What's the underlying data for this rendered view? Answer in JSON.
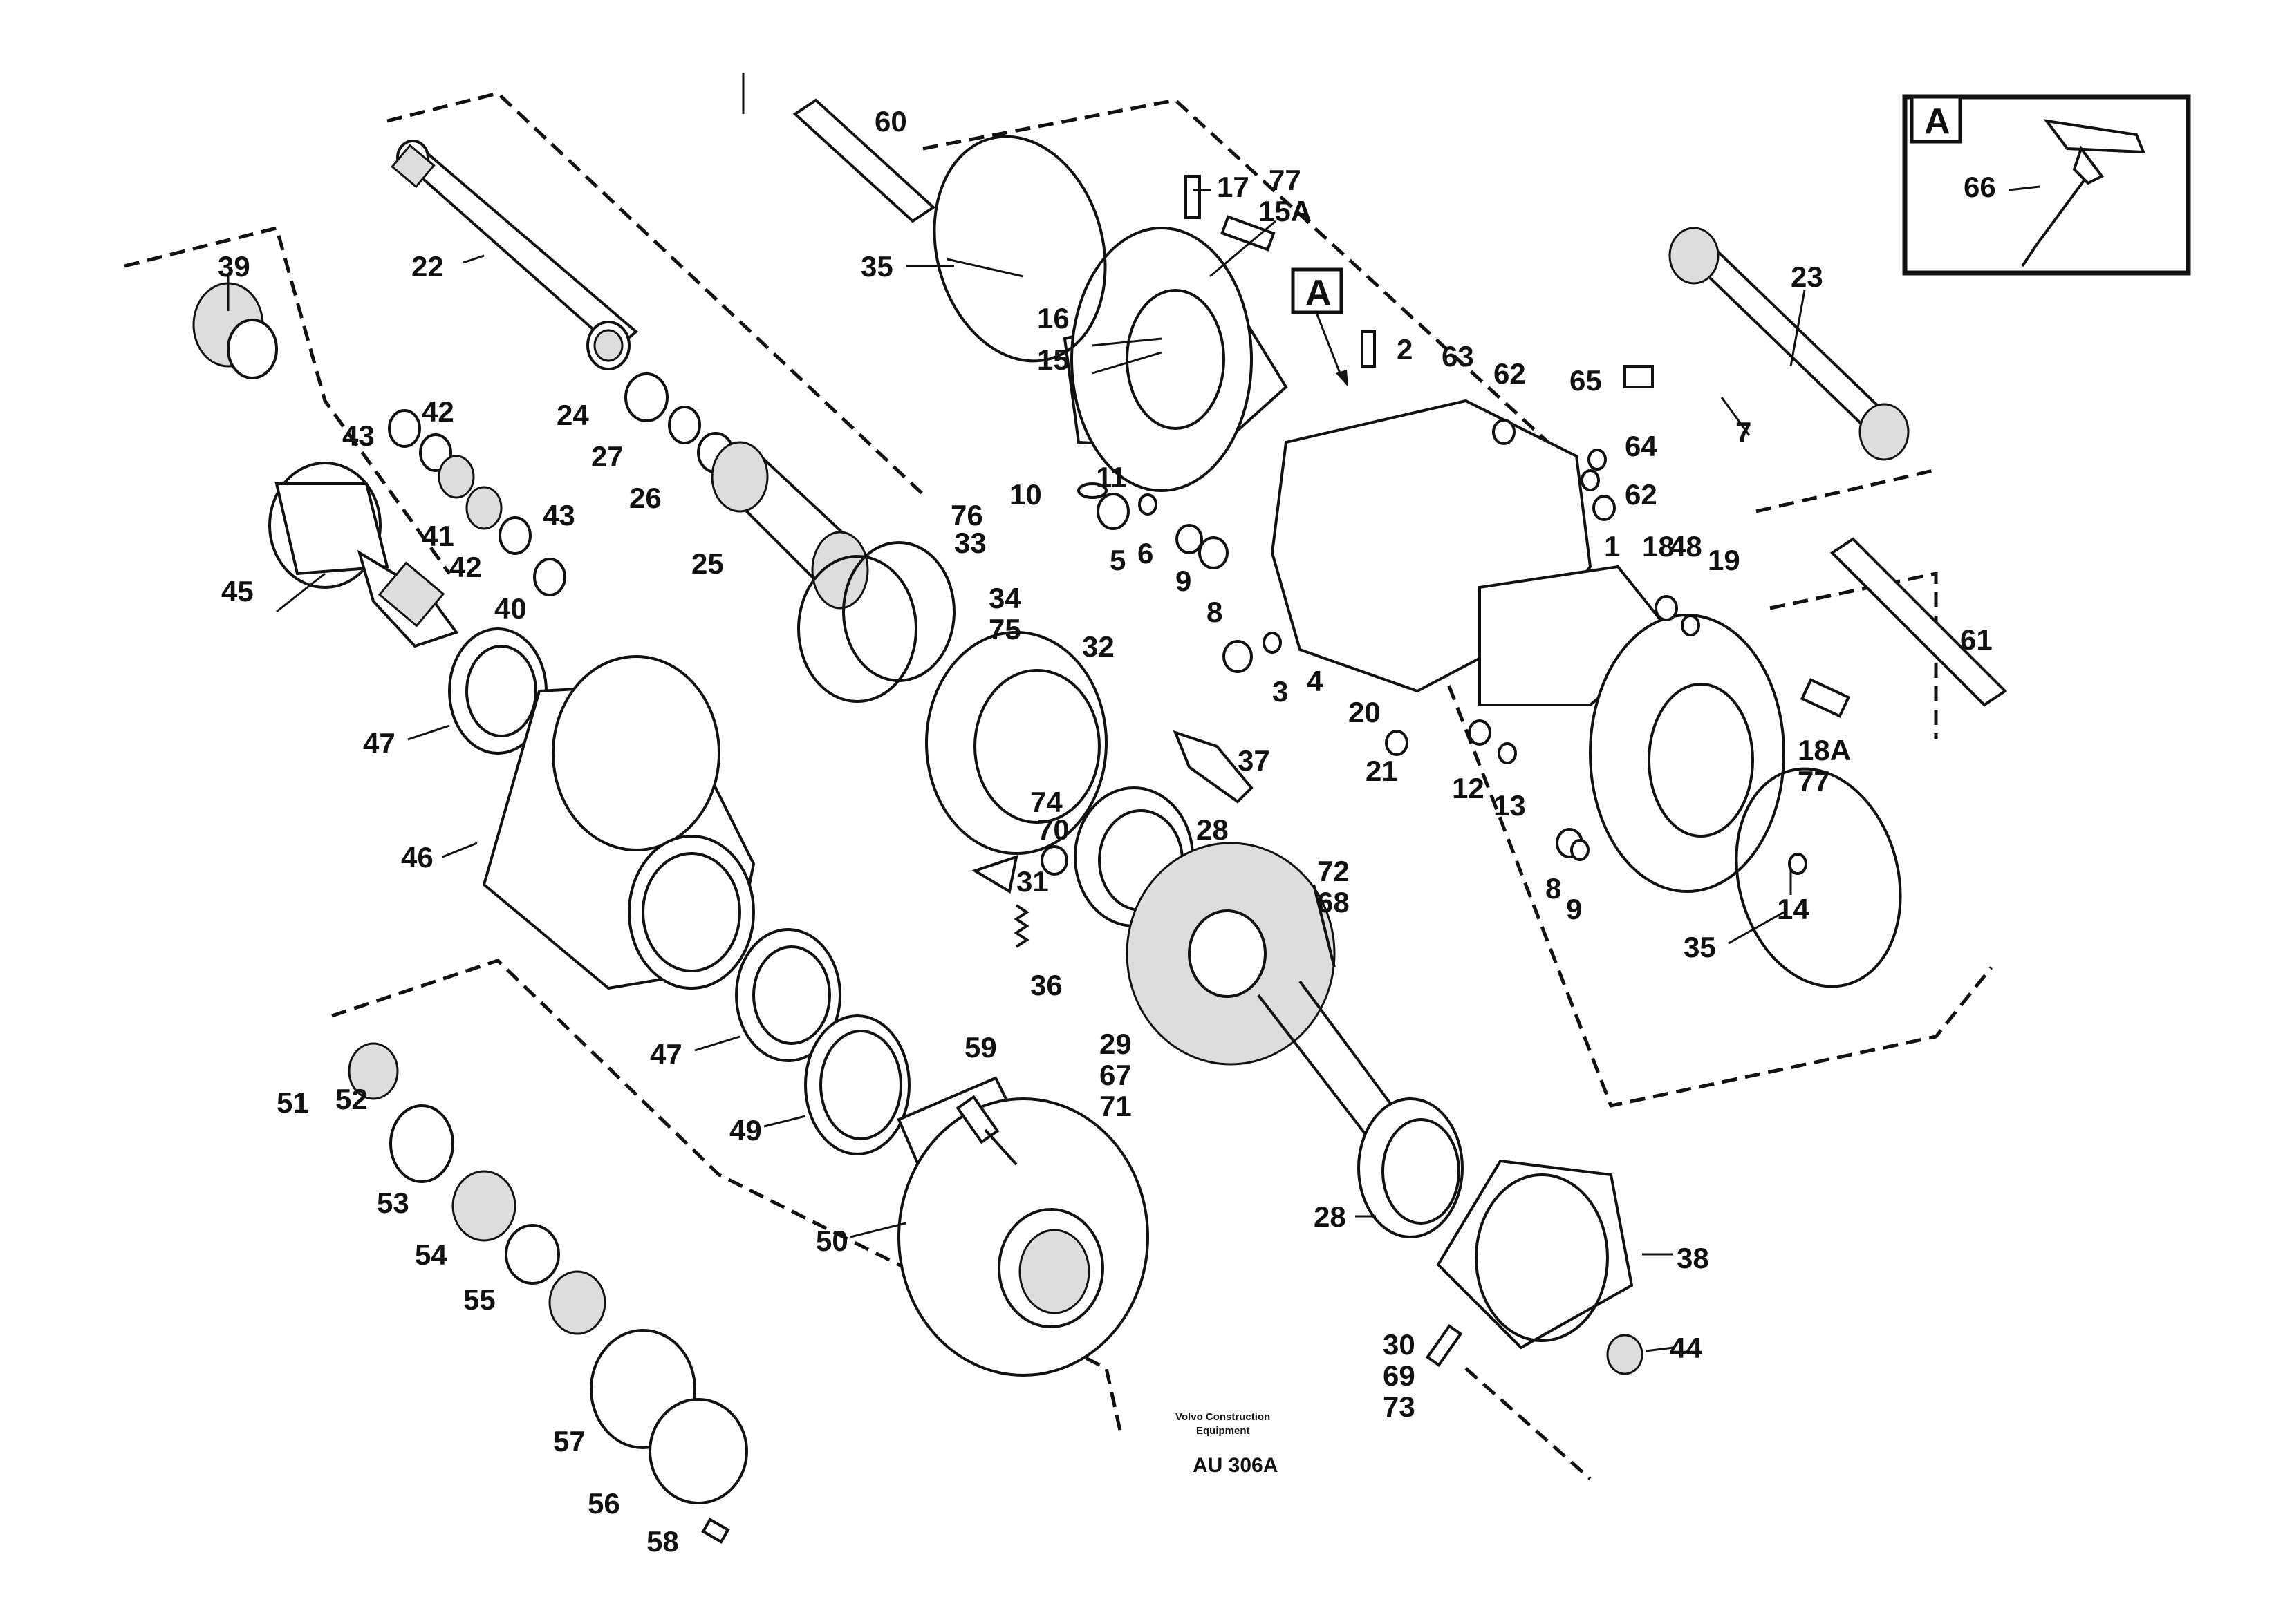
{
  "figure": {
    "credit_line1": "Volvo Construction",
    "credit_line2": "Equipment",
    "drawing_number": "AU 306A",
    "inset_tag": "A",
    "main_tag": "A"
  },
  "callouts": [
    "1",
    "2",
    "3",
    "4",
    "5",
    "6",
    "7",
    "8",
    "8",
    "9",
    "9",
    "10",
    "11",
    "12",
    "13",
    "14",
    "15",
    "15A",
    "16",
    "17",
    "18",
    "18A",
    "19",
    "20",
    "21",
    "22",
    "23",
    "24",
    "25",
    "26",
    "27",
    "28",
    "28",
    "29",
    "67",
    "71",
    "30",
    "69",
    "73",
    "31",
    "70",
    "32",
    "33",
    "34",
    "75",
    "35",
    "35",
    "36",
    "37",
    "38",
    "39",
    "40",
    "41",
    "42",
    "42",
    "43",
    "43",
    "44",
    "45",
    "46",
    "47",
    "47",
    "48",
    "49",
    "50",
    "51",
    "52",
    "53",
    "54",
    "55",
    "56",
    "57",
    "58",
    "59",
    "60",
    "61",
    "62",
    "62",
    "63",
    "64",
    "65",
    "66",
    "72",
    "68",
    "74",
    "76",
    "77",
    "77"
  ]
}
